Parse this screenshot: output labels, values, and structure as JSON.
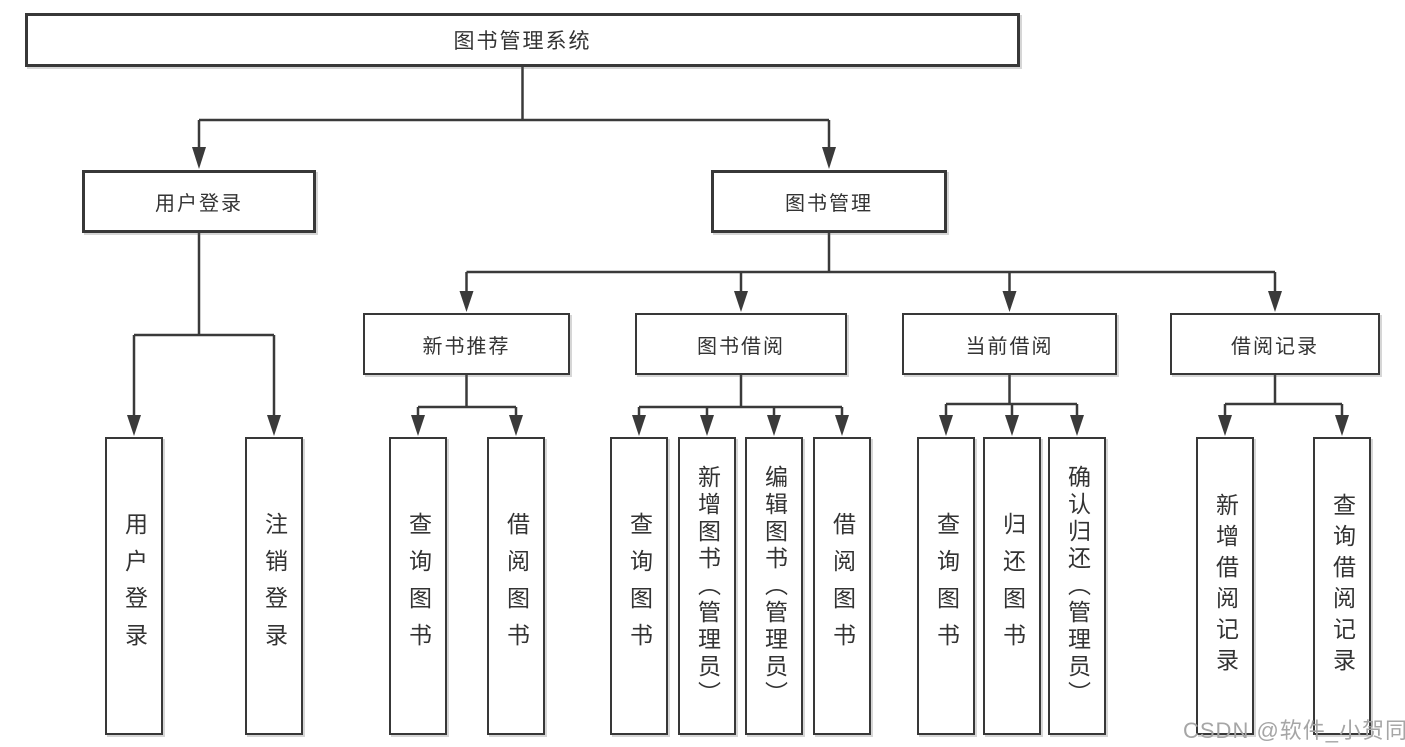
{
  "tree": {
    "label": "图书管理系统",
    "children": [
      {
        "label": "用户登录",
        "children": [
          {
            "label": "用户登录"
          },
          {
            "label": "注销登录"
          }
        ]
      },
      {
        "label": "图书管理",
        "children": [
          {
            "label": "新书推荐",
            "children": [
              {
                "label": "查询图书"
              },
              {
                "label": "借阅图书"
              }
            ]
          },
          {
            "label": "图书借阅",
            "children": [
              {
                "label": "查询图书"
              },
              {
                "label": "新增图书（管理员）"
              },
              {
                "label": "编辑图书（管理员）"
              },
              {
                "label": "借阅图书"
              }
            ]
          },
          {
            "label": "当前借阅",
            "children": [
              {
                "label": "查询图书"
              },
              {
                "label": "归还图书"
              },
              {
                "label": "确认归还（管理员）"
              }
            ]
          },
          {
            "label": "借阅记录",
            "children": [
              {
                "label": "新增借阅记录"
              },
              {
                "label": "查询借阅记录"
              }
            ]
          }
        ]
      }
    ]
  },
  "watermark": {
    "text": "CSDN @软件_小贺同学"
  },
  "colors": {
    "line": "#3a3a3a",
    "border": "#383838",
    "text": "#333333",
    "watermark": "#a6a6a6",
    "background": "#ffffff"
  }
}
